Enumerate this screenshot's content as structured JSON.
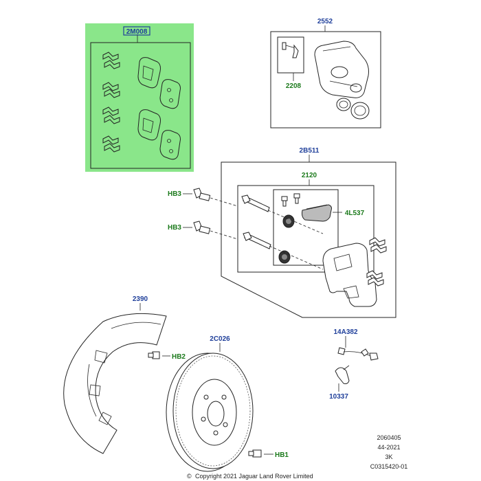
{
  "labels": {
    "brake_pad_kit": "2M008",
    "caliper": "2552",
    "caliper_bolt_kit": "2208",
    "carrier_assembly": "2B511",
    "carrier_kit": "2120",
    "pad_retainer": "4L537",
    "bolt_upper": "HB3",
    "bolt_lower": "HB3",
    "dust_shield": "2390",
    "shield_bolt": "HB2",
    "disc": "2C026",
    "disc_bolt": "HB1",
    "wear_sensor": "14A382",
    "sensor_clip": "10337"
  },
  "footer": {
    "ref1": "2060405",
    "ref2": "44-2021",
    "ref3": "3K",
    "ref4": "C0315420-01",
    "copyright": "Copyright 2021 Jaguar Land Rover Limited"
  },
  "colors": {
    "highlight": "#8ae68a",
    "blue_label": "#1f3f9a",
    "green_label": "#1c7a1c"
  }
}
